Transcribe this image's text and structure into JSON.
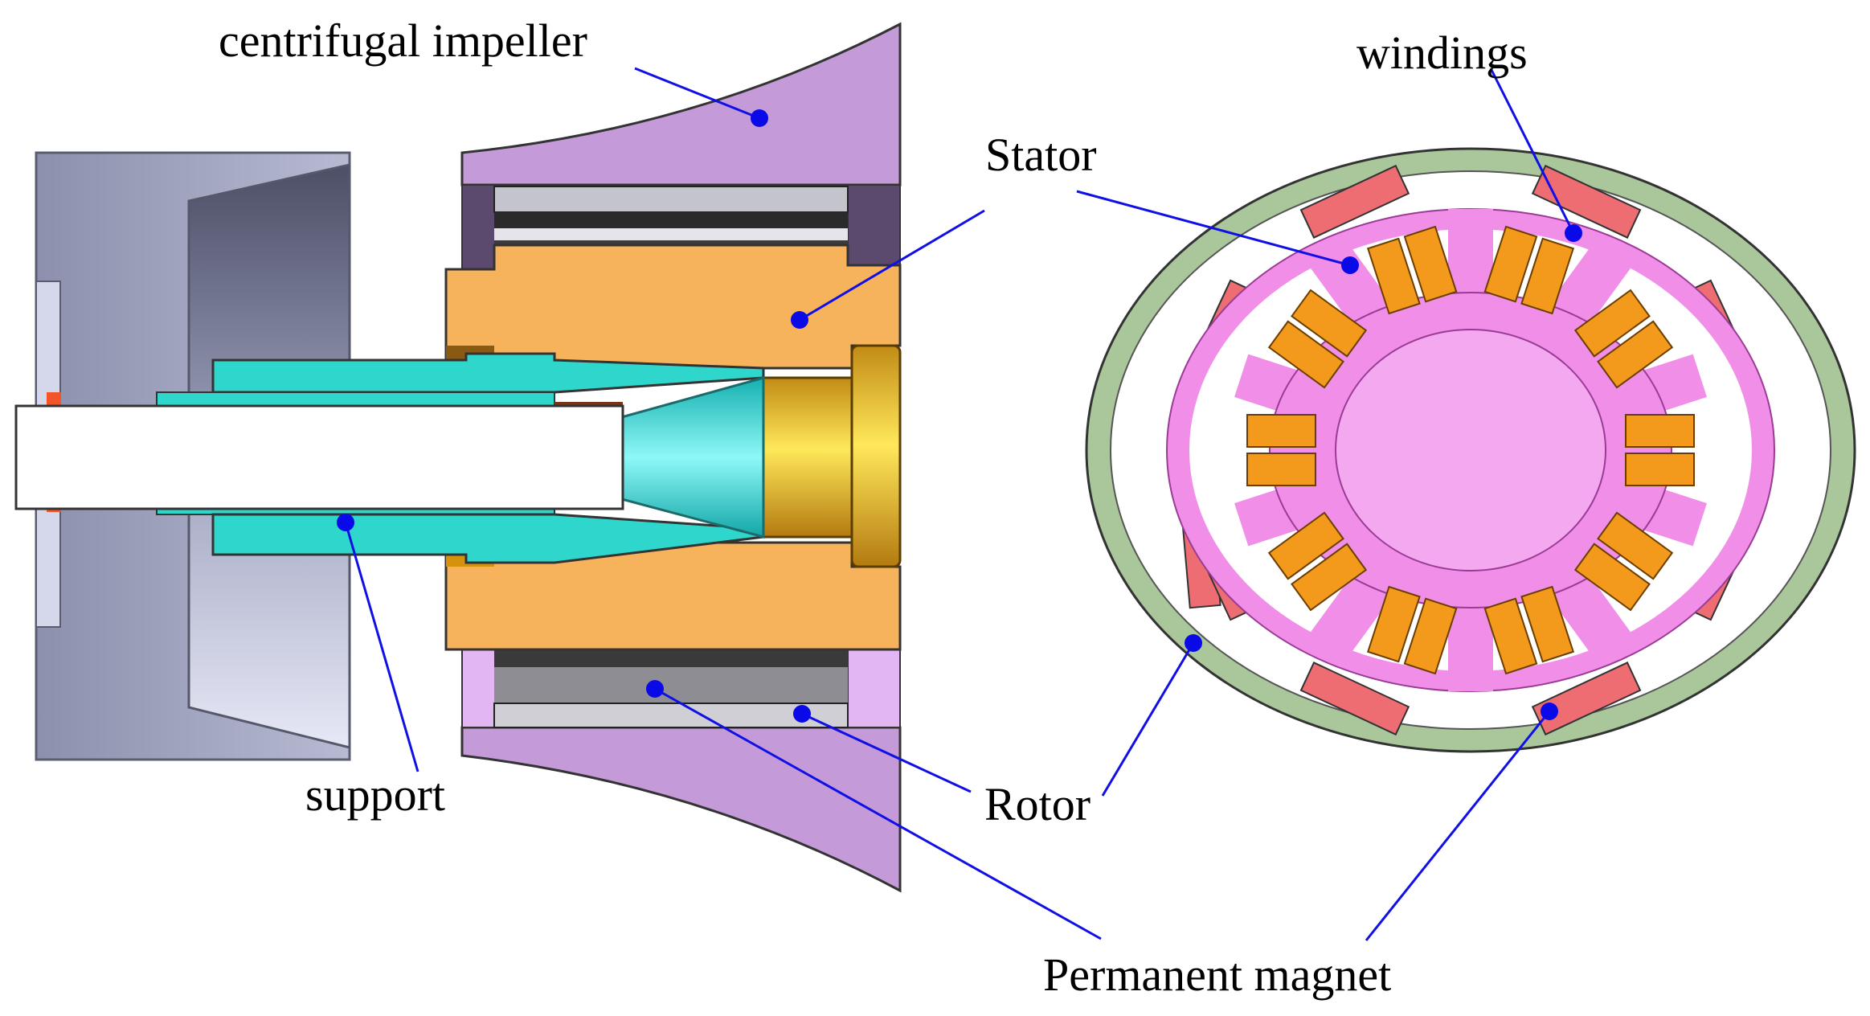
{
  "labels": {
    "centrifugal_impeller": "centrifugal impeller",
    "stator": "Stator",
    "windings": "windings",
    "support": "support",
    "rotor": "Rotor",
    "permanent_magnet": "Permanent magnet"
  },
  "colors": {
    "impeller": "#c49bd8",
    "stator": "#f7b35c",
    "support": "#2fd6cc",
    "shaft": "#ffffff",
    "housing": "#9fa3bf",
    "bearing": "#f5a312",
    "motor_core": "#f08ee8",
    "motor_rim": "#a9c79b",
    "magnet": "#ee6d73",
    "winding": "#f39a1c",
    "leader_line": "#1010e6"
  },
  "icons": [
    "leader-dot"
  ]
}
